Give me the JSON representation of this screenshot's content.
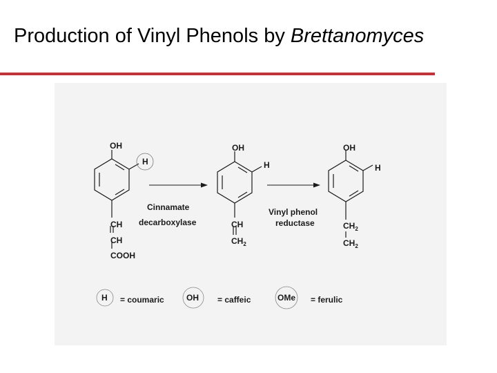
{
  "colors": {
    "accent_rule": "#c0333a",
    "panel_bg": "#f3f3f3",
    "ink": "#1a1a1a"
  },
  "slide": {
    "title_prefix": "Production of Vinyl Phenols by ",
    "title_italic": "Brettanomyces"
  },
  "diagram": {
    "mol1": {
      "top": "OH",
      "sub": "H",
      "chain1": "CH",
      "chain2": "CH",
      "chain3": "COOH"
    },
    "mol2": {
      "top": "OH",
      "sub": "H",
      "chain1": "CH",
      "chain2_main": "CH",
      "chain2_sub": "2"
    },
    "mol3": {
      "top": "OH",
      "sub": "H",
      "chain1_main": "CH",
      "chain1_sub": "2",
      "chain2_main": "CH",
      "chain2_sub": "2"
    },
    "arrow1": {
      "line1": "Cinnamate",
      "line2": "decarboxylase"
    },
    "arrow2": {
      "line1": "Vinyl phenol",
      "line2": "reductase"
    },
    "legend": [
      {
        "symbol": "H",
        "name": "= coumaric"
      },
      {
        "symbol": "OH",
        "name": "= caffeic"
      },
      {
        "symbol": "OMe",
        "name": "= ferulic"
      }
    ]
  }
}
